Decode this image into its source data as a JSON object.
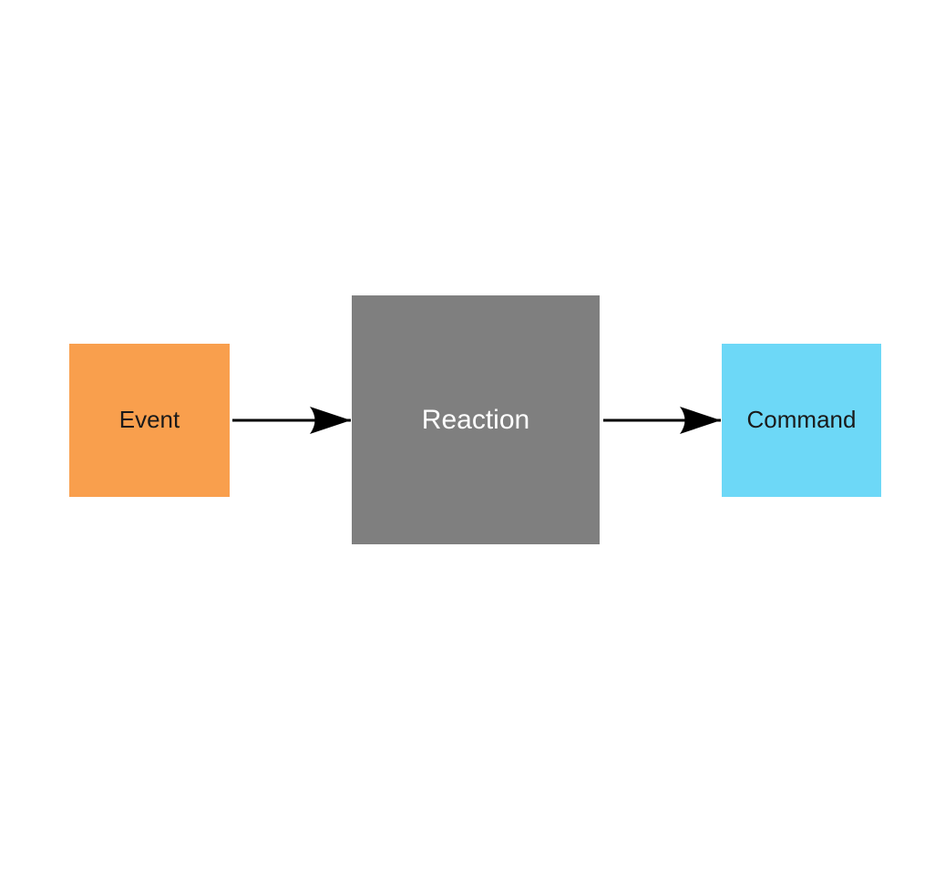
{
  "canvas": {
    "background": "#ffffff"
  },
  "diagram": {
    "type": "flow-diagram",
    "nodes": [
      {
        "id": "event",
        "label": "Event",
        "fill": "#F99F4D",
        "text_color": "#1A1A1A"
      },
      {
        "id": "reaction",
        "label": "Reaction",
        "fill": "#7F7F7F",
        "text_color": "#FFFFFF"
      },
      {
        "id": "command",
        "label": "Command",
        "fill": "#6DD8F7",
        "text_color": "#1A1A1A"
      }
    ],
    "edges": [
      {
        "from": "Event",
        "to": "Reaction",
        "color": "#000000",
        "direction": "right"
      },
      {
        "from": "Reaction",
        "to": "Command",
        "color": "#000000",
        "direction": "right"
      }
    ]
  }
}
